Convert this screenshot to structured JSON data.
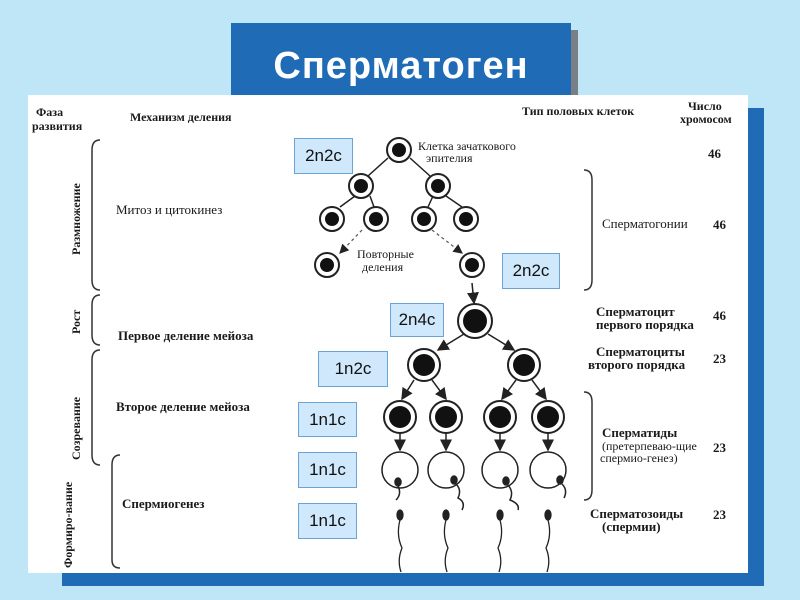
{
  "title": "Сперматоген\nез",
  "columns": {
    "phase": "Фаза развития",
    "mechanism": "Механизм деления",
    "cell_type": "Тип половых клеток",
    "chromosomes": "Число хромосом"
  },
  "phases": [
    "Размножение",
    "Рост",
    "Созревание",
    "Формиро-вание"
  ],
  "mechanisms": [
    "Митоз и цитокинез",
    "Первое деление мейоза",
    "Второе деление мейоза",
    "Спермиогенез"
  ],
  "annotations": {
    "germ_cell": "Клетка зачаткового эпителия",
    "repeat": "Повторные деления"
  },
  "cell_types": [
    {
      "name": "Сперматогонии",
      "chromosomes": "46"
    },
    {
      "name": "Сперматоцит первого порядка",
      "chromosomes": "46"
    },
    {
      "name": "Сперматоциты второго порядка",
      "chromosomes": "23"
    },
    {
      "name": "Сперматиды (претерпеваю-щие спермио-генез)",
      "chromosomes": "23"
    },
    {
      "name": "Сперматозоиды (спермии)",
      "chromosomes": "23"
    }
  ],
  "top_chromosomes": "46",
  "formula_tags": [
    "2n2c",
    "2n2c",
    "2n4c",
    "1n2c",
    "1n1c",
    "1n1c",
    "1n1c"
  ]
}
